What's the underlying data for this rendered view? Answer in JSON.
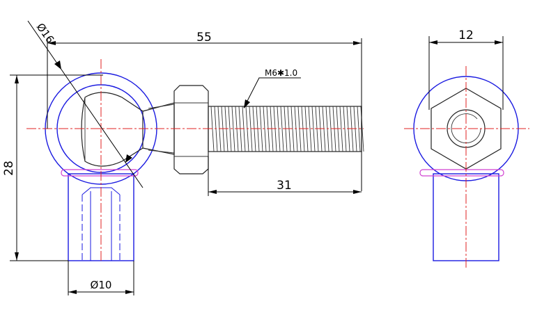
{
  "dimensions": {
    "overall_length": "55",
    "ball_diameter": "Ø16",
    "height": "28",
    "thread_spec": "M6✱1.0",
    "thread_length": "31",
    "shank_diameter": "Ø10",
    "width": "12"
  }
}
